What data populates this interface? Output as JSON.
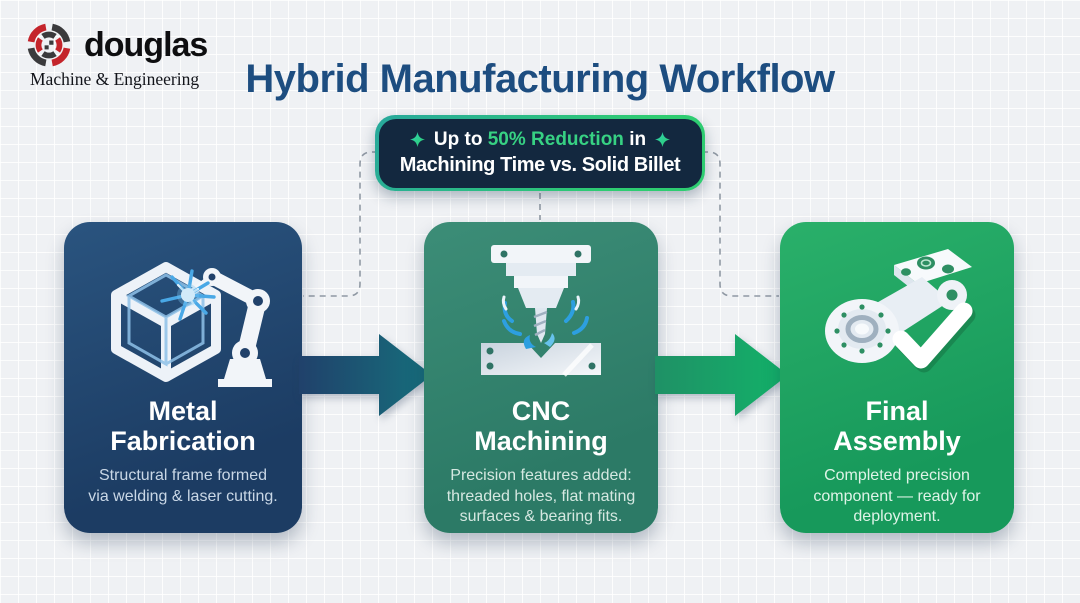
{
  "brand": {
    "name": "douglas",
    "tagline": "Machine & Engineering",
    "logo_icon": "chuck-gear-icon",
    "logo_red": "#c4242b",
    "logo_dark": "#3a3a3c"
  },
  "header": {
    "title": "Hybrid Manufacturing Workflow",
    "title_color": "#1d4d80"
  },
  "badge": {
    "line1_prefix": "Up to ",
    "line1_highlight": "50% Reduction",
    "line1_suffix": " in",
    "line2": "Machining Time vs. Solid Billet",
    "sparkle_icon": "four-point-star-icon",
    "background": "#13283f",
    "border_gradient": [
      "#28a89c",
      "#2ecc71"
    ],
    "highlight_color": "#37d183"
  },
  "steps": [
    {
      "id": "metal-fabrication",
      "title": "Metal Fabrication",
      "title_lines": [
        "Metal",
        "Fabrication"
      ],
      "description": "Structural frame formed via welding & laser cutting.",
      "description_lines": [
        "Structural frame formed",
        "via welding & laser cutting."
      ],
      "icon": "welding-robot-frame-icon",
      "card_color": "#1f4269"
    },
    {
      "id": "cnc-machining",
      "title": "CNC Machining",
      "title_lines": [
        "CNC",
        "Machining"
      ],
      "description": "Precision features added: threaded holes, flat mating surfaces & bearing fits.",
      "description_lines": [
        "Precision features added:",
        "threaded holes, flat mating",
        "surfaces & bearing fits."
      ],
      "icon": "cnc-mill-spindle-icon",
      "card_color": "#33816d"
    },
    {
      "id": "final-assembly",
      "title": "Final Assembly",
      "title_lines": [
        "Final",
        "Assembly"
      ],
      "description": "Completed precision component — ready for deployment.",
      "description_lines": [
        "Completed precision",
        "component — ready for",
        "deployment."
      ],
      "icon": "machined-part-check-icon",
      "card_color": "#21a563"
    }
  ],
  "arrows": [
    {
      "from": "metal-fabrication",
      "to": "cnc-machining",
      "direction": "right",
      "gradient": [
        "#20416b",
        "#166f7c"
      ]
    },
    {
      "from": "cnc-machining",
      "to": "final-assembly",
      "direction": "right",
      "gradient": [
        "#1f9166",
        "#12b269"
      ]
    }
  ],
  "connectors": {
    "style": "dashed",
    "color": "#8f98a3",
    "links": [
      "badge-to-metal-fabrication",
      "badge-to-cnc-machining",
      "badge-to-final-assembly"
    ]
  }
}
